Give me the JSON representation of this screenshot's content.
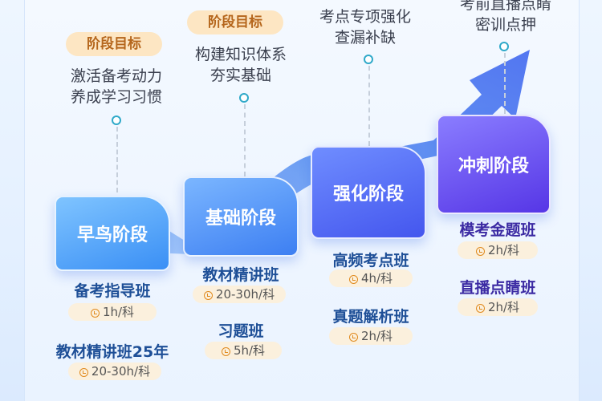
{
  "goals": [
    {
      "tag": "阶段目标",
      "text": [
        "激活备考动力",
        "养成学习习惯"
      ]
    },
    {
      "tag": "阶段目标",
      "text": [
        "构建知识体系",
        "夯实基础"
      ]
    },
    {
      "tag": "",
      "text": [
        "考点专项强化",
        "查漏补缺"
      ]
    },
    {
      "tag": "",
      "text": [
        "考前直播点睛",
        "密训点押"
      ]
    }
  ],
  "stages": [
    "早鸟阶段",
    "基础阶段",
    "强化阶段",
    "冲刺阶段"
  ],
  "courses": [
    [
      {
        "name": "备考指导班",
        "hours": "1h/科"
      },
      {
        "name": "教材精讲班25年",
        "hours": "20-30h/科"
      }
    ],
    [
      {
        "name": "教材精讲班",
        "hours": "20-30h/科"
      },
      {
        "name": "习题班",
        "hours": "5h/科"
      }
    ],
    [
      {
        "name": "高频考点班",
        "hours": "4h/科"
      },
      {
        "name": "真题解析班",
        "hours": "2h/科"
      }
    ],
    [
      {
        "name": "模考金题班",
        "hours": "2h/科"
      },
      {
        "name": "直播点睛班",
        "hours": "2h/科"
      }
    ]
  ],
  "colors": {
    "accent": "#3a8ff5",
    "tag_bg": "#fde6c3",
    "tag_text": "#b5661c",
    "course_blue": "#1e4f97",
    "course_purple": "#3b2aa3"
  },
  "icons": {
    "hours": "clock-icon",
    "connector": "dot-icon"
  }
}
